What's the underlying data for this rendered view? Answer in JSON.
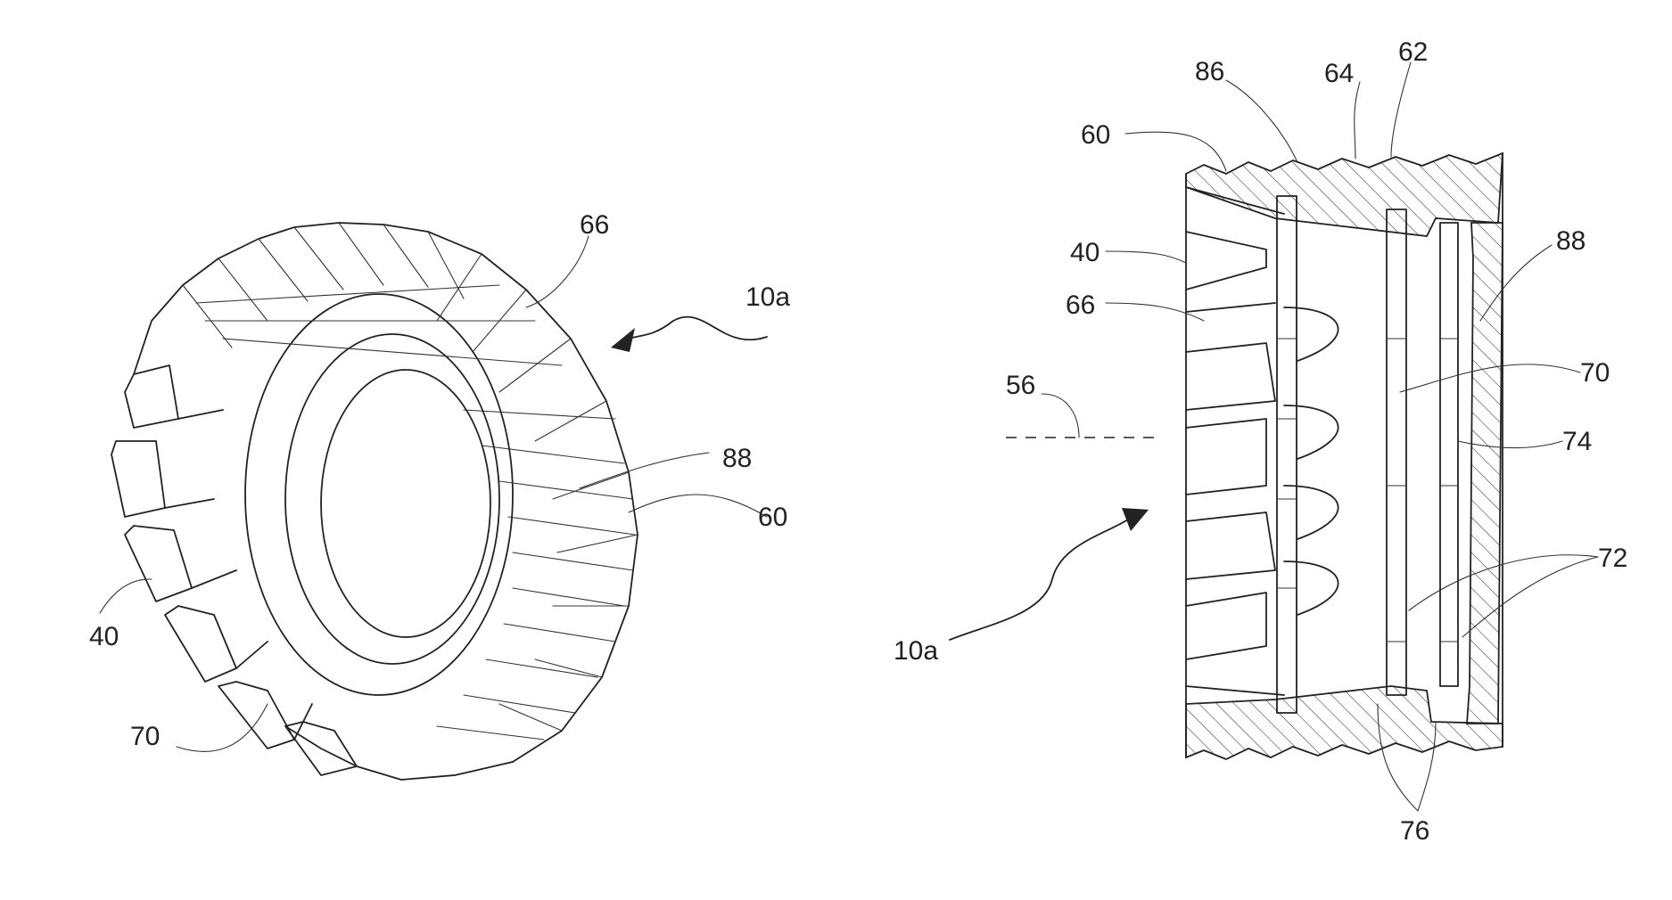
{
  "left_figure": {
    "labels": {
      "ref_66": "66",
      "ref_10a": "10a",
      "ref_88": "88",
      "ref_60": "60",
      "ref_40": "40",
      "ref_70": "70"
    }
  },
  "right_figure": {
    "labels": {
      "ref_86": "86",
      "ref_64": "64",
      "ref_62": "62",
      "ref_60": "60",
      "ref_40": "40",
      "ref_88": "88",
      "ref_66": "66",
      "ref_70": "70",
      "ref_56": "56",
      "ref_74": "74",
      "ref_72": "72",
      "ref_10a": "10a",
      "ref_76": "76"
    }
  },
  "colors": {
    "ink": "#222222",
    "background": "#ffffff"
  }
}
